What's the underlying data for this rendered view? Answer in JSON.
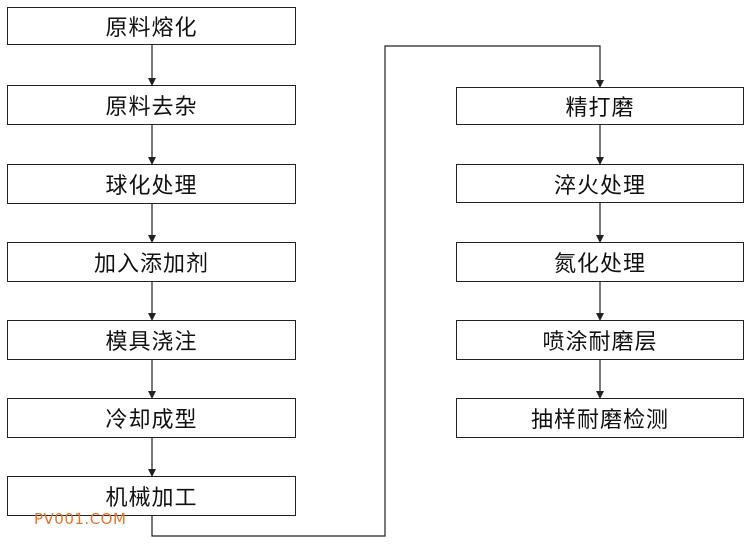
{
  "left_steps": [
    "原料熔化",
    "原料去杂",
    "球化处理",
    "加入添加剂",
    "模具浇注",
    "冷却成型",
    "机械加工"
  ],
  "right_steps": [
    "精打磨",
    "淬火处理",
    "氮化处理",
    "喷涂耐磨层",
    "抽样耐磨检测"
  ],
  "watermark": "PV001.COM"
}
